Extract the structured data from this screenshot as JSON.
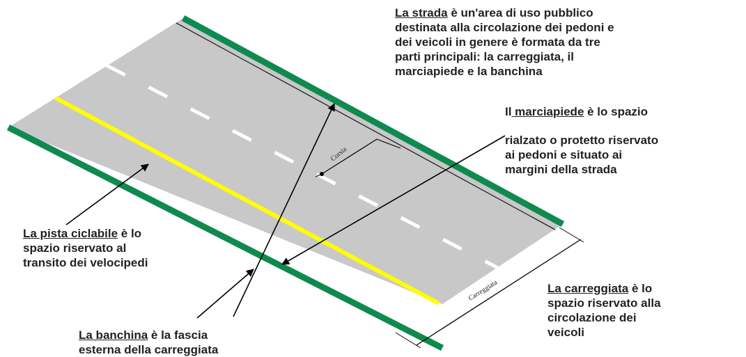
{
  "diagram": {
    "colors": {
      "road": "#c8c8c8",
      "edge_green": "#0f8a4e",
      "center_yellow": "#ffff00",
      "dashes": "#ffffff",
      "lines": "#000000",
      "text": "#222222"
    },
    "labels": {
      "corsia": "Corsia",
      "carreggiata_dim": "Carreggiata"
    },
    "notes": {
      "strada": {
        "term": "La strada",
        "lines": [
          " è un'area di uso pubblico",
          "destinata alla circolazione dei pedoni e",
          "dei veicoli in genere è formata da tre",
          "parti principali: la carreggiata, il",
          "marciapiede  e la banchina"
        ]
      },
      "marciapiede": {
        "prefix": "Il",
        "term": " marciapiede",
        "first_tail": " è lo spazio",
        "lines": [
          "rialzato o protetto riservato",
          "ai pedoni e situato ai",
          "margini della strada"
        ]
      },
      "pista": {
        "term": "La pista ciclabile",
        "lines": [
          " è lo",
          "spazio riservato al",
          "transito dei velocipedi"
        ]
      },
      "banchina": {
        "term": "La banchina",
        "lines": [
          " è la fascia",
          "esterna della carreggiata"
        ]
      },
      "carreggiata": {
        "term": "La carreggiata",
        "lines": [
          " è lo",
          "spazio riservato alla",
          "circolazione dei",
          "veicoli"
        ]
      }
    }
  }
}
